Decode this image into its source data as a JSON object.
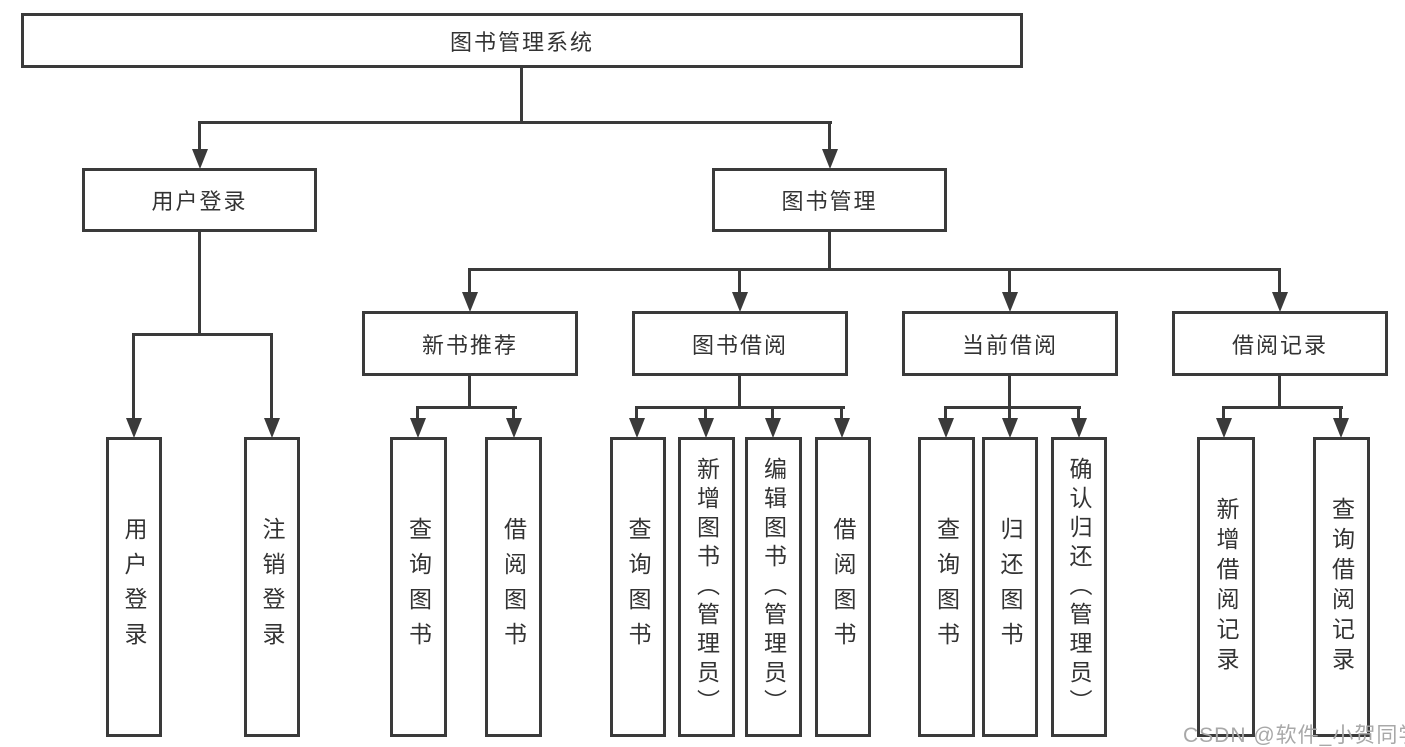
{
  "tree": {
    "root": {
      "label": "图书管理系统"
    },
    "branches": [
      {
        "label": "用户登录",
        "children": [
          {
            "label": "用户登录"
          },
          {
            "label": "注销登录"
          }
        ]
      },
      {
        "label": "图书管理",
        "groups": [
          {
            "label": "新书推荐",
            "children": [
              {
                "label": "查询图书"
              },
              {
                "label": "借阅图书"
              }
            ]
          },
          {
            "label": "图书借阅",
            "children": [
              {
                "label": "查询图书"
              },
              {
                "label": "新增图书（管理员）"
              },
              {
                "label": "编辑图书（管理员）"
              },
              {
                "label": "借阅图书"
              }
            ]
          },
          {
            "label": "当前借阅",
            "children": [
              {
                "label": "查询图书"
              },
              {
                "label": "归还图书"
              },
              {
                "label": "确认归还（管理员）"
              }
            ]
          },
          {
            "label": "借阅记录",
            "children": [
              {
                "label": "新增借阅记录"
              },
              {
                "label": "查询借阅记录"
              }
            ]
          }
        ]
      }
    ]
  },
  "watermark": {
    "text": "CSDN @软件_小贺同学"
  },
  "colors": {
    "line": "#3a3a3a",
    "text": "#333333",
    "watermark": "#a8a8a8",
    "background": "#ffffff"
  }
}
